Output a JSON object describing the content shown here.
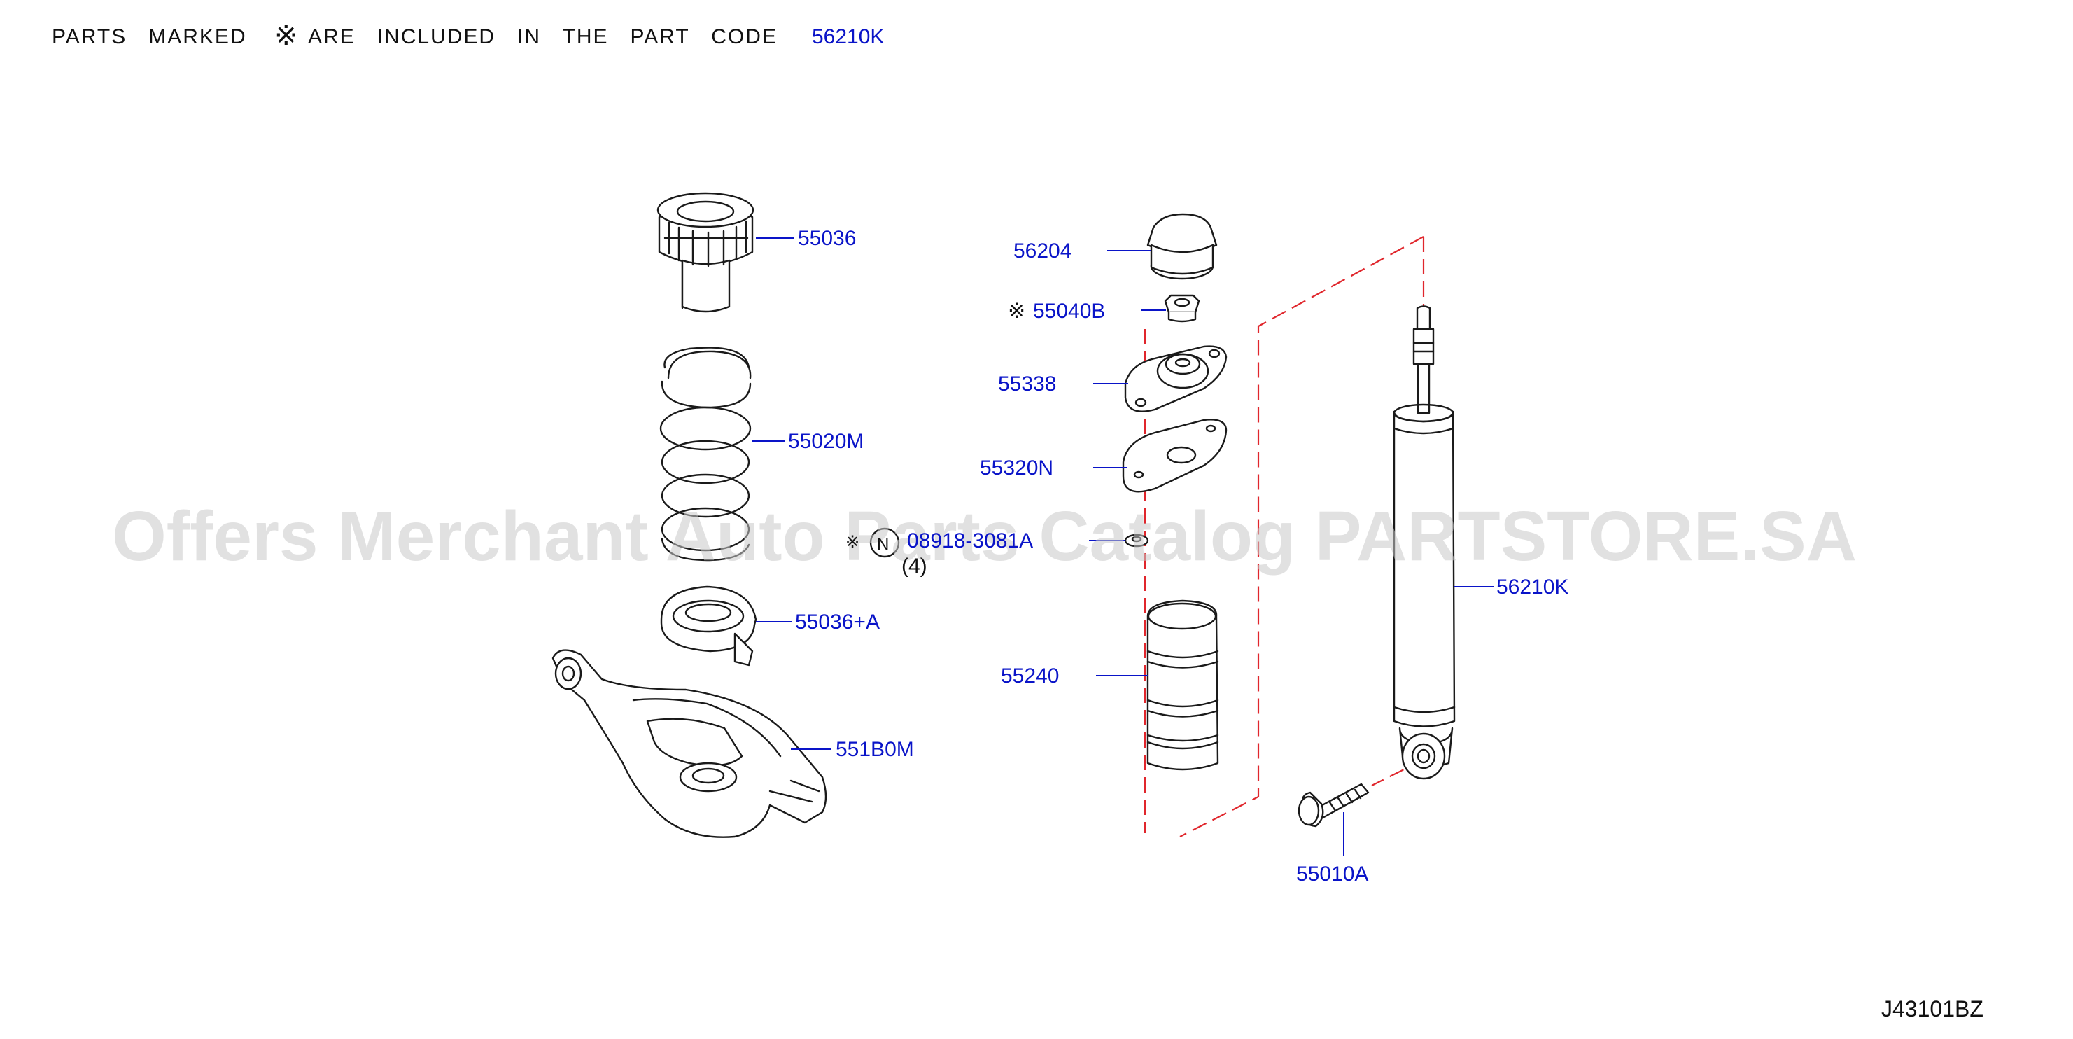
{
  "header": {
    "parts_marked": "PARTS   MARKED",
    "symbol": "※",
    "included_text": "ARE   INCLUDED   IN   THE   PART   CODE",
    "part_code": "56210K"
  },
  "labels": {
    "p55036": "55036",
    "p55020M": "55020M",
    "p55036A": "55036+A",
    "p551B0M": "551B0M",
    "p56204": "56204",
    "p55040B": "55040B",
    "p55338": "55338",
    "p55320N": "55320N",
    "p08918": "08918-3081A",
    "qty": "(4)",
    "nut_letter": "N",
    "p55240": "55240",
    "p56210K": "56210K",
    "p55010A": "55010A",
    "mark": "※"
  },
  "diagram_code": "J43101BZ",
  "watermark": "Offers Merchant Auto Parts Catalog PARTSTORE.SA",
  "colors": {
    "label_blue": "#0a14c8",
    "dash_red": "#e0262c",
    "line": "#1a1a1a",
    "watermark_gray": "#c8c8c8"
  }
}
